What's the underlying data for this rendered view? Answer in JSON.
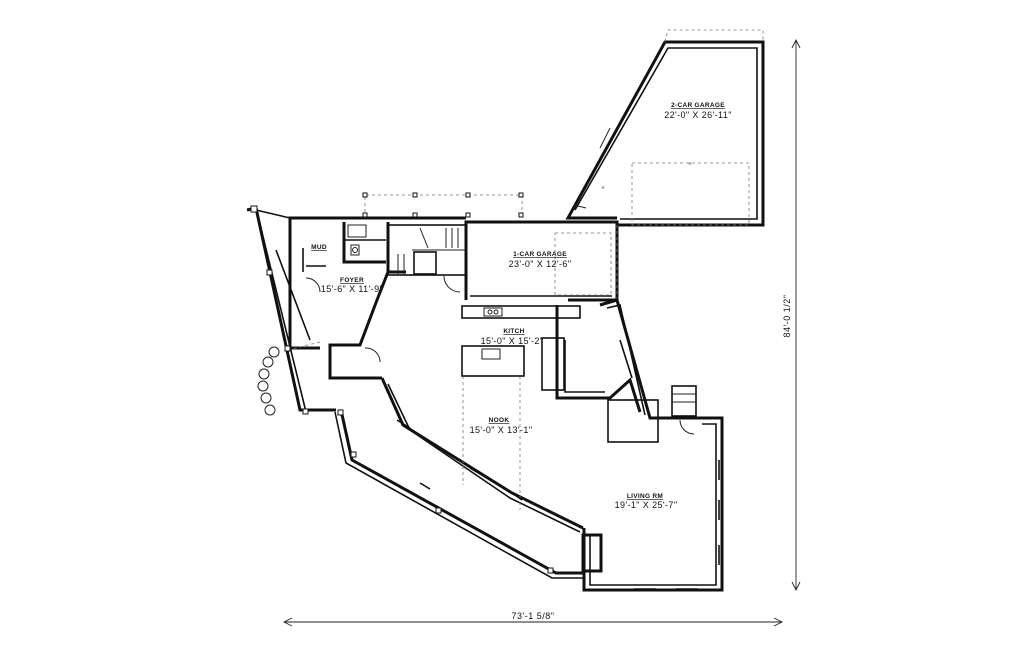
{
  "rooms": {
    "garage_2car": {
      "name": "2-CAR GARAGE",
      "dims": "22'-0\" X 26'-11\""
    },
    "garage_1car": {
      "name": "1-CAR GARAGE",
      "dims": "23'-0\" X 12'-6\""
    },
    "mud": {
      "name": "MUD"
    },
    "foyer": {
      "name": "FOYER",
      "dims": "15'-6\" X 11'-9\""
    },
    "kitchen": {
      "name": "KITCH",
      "dims": "15'-0\" X 15'-2\""
    },
    "nook": {
      "name": "NOOK",
      "dims": "15'-0\" X 13'-1\""
    },
    "living": {
      "name": "LIVING RM",
      "dims": "19'-1\" X 25'-7\""
    }
  },
  "overall": {
    "width": "73'-1 5/8\"",
    "depth": "84'-0 1/2\""
  }
}
